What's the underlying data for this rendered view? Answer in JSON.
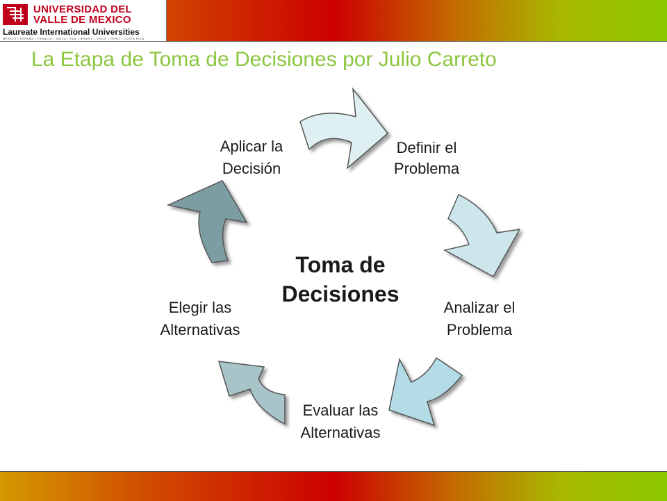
{
  "header": {
    "logo": {
      "line1": "UNIVERSIDAD DEL",
      "line2": "VALLE DE MEXICO",
      "line3": "Laureate International Universities",
      "line4": "MÉXICO • ESPAÑA • FRANCIA • SUIZA • EUA • BRASIL • CHILE • PERÚ • COSTA RICA"
    }
  },
  "title": "La Etapa de Toma de Decisiones por Julio Carreto",
  "diagram": {
    "center_line1": "Toma de",
    "center_line2": "Decisiones",
    "steps": [
      {
        "line1": "Definir el",
        "line2": "Problema"
      },
      {
        "line1": "Analizar el",
        "line2": "Problema"
      },
      {
        "line1": "Evaluar las",
        "line2": "Alternativas"
      },
      {
        "line1": "Elegir las",
        "line2": "Alternativas"
      },
      {
        "line1": "Aplicar la",
        "line2": "Decisión"
      }
    ]
  },
  "colors": {
    "title": "#8cc63f",
    "logo_red": "#c0001a",
    "arrow_1": "#dff0f3",
    "arrow_2": "#cde6ec",
    "arrow_3": "#b3dce6",
    "arrow_4": "#a8c4c9",
    "arrow_5": "#7c9ea3"
  }
}
